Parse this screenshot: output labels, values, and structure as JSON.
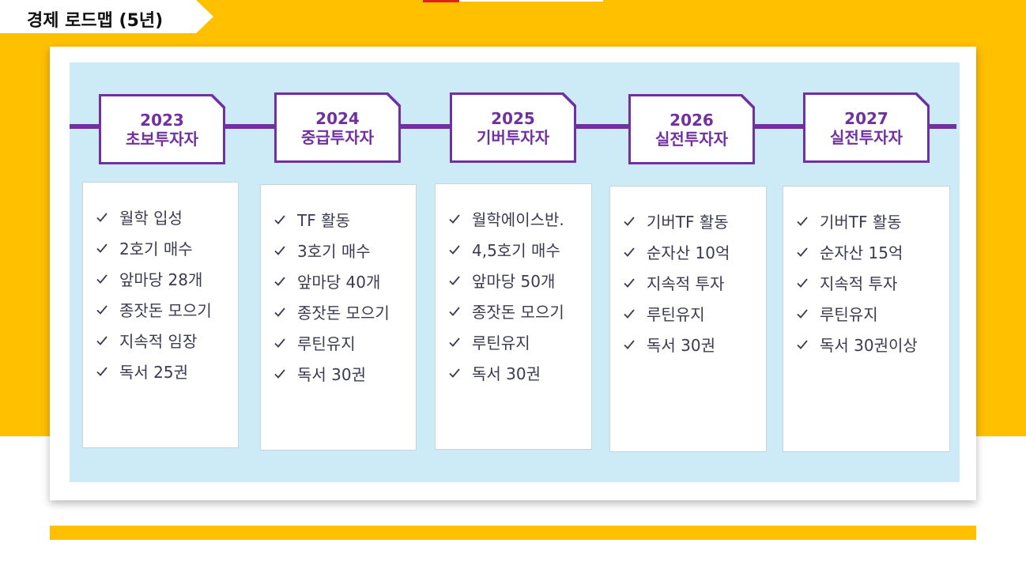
{
  "title": "경제 로드맵 (5년)",
  "colors": {
    "accent_yellow": "#FFC000",
    "timeline_purple": "#7030A0",
    "panel_blue": "#CDEBF6",
    "text_dark": "#3b3b4f"
  },
  "stages": [
    {
      "year": "2023",
      "label": "초보투자자",
      "items": [
        "월학 입성",
        "2호기 매수",
        "앞마당 28개",
        "종잣돈 모으기",
        "지속적 임장",
        "독서 25권"
      ]
    },
    {
      "year": "2024",
      "label": "중급투자자",
      "items": [
        "TF 활동",
        "3호기 매수",
        "앞마당 40개",
        "종잣돈 모으기",
        "루틴유지",
        "독서 30권"
      ]
    },
    {
      "year": "2025",
      "label": "기버투자자",
      "items": [
        "월학에이스반.",
        "4,5호기 매수",
        "앞마당 50개",
        "종잣돈 모으기",
        "루틴유지",
        "독서 30권"
      ]
    },
    {
      "year": "2026",
      "label": "실전투자자",
      "items": [
        "기버TF 활동",
        "순자산 10억",
        "지속적 투자",
        "루틴유지",
        "독서 30권"
      ]
    },
    {
      "year": "2027",
      "label": "실전투자자",
      "items": [
        "기버TF 활동",
        "순자산 15억",
        "지속적 투자",
        "루틴유지",
        "독서 30권이상"
      ]
    }
  ]
}
